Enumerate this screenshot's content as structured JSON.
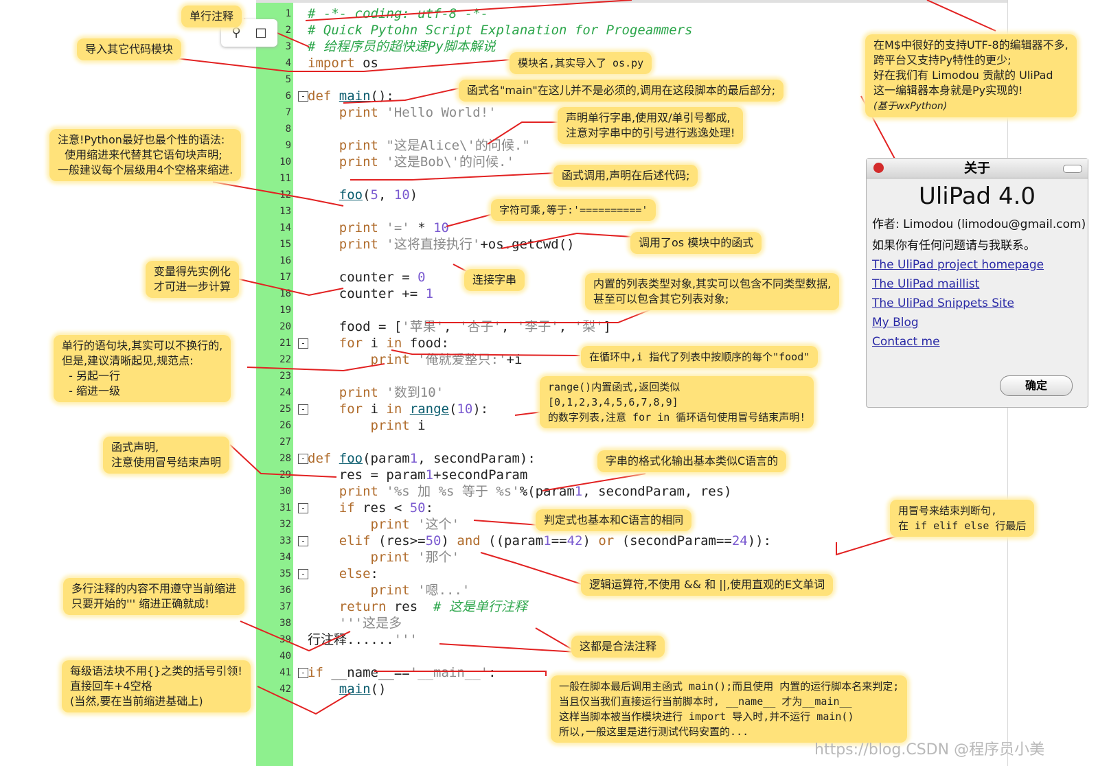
{
  "code_lines": [
    "# -*- coding: utf-8 -*-",
    "# Quick Pytohn Script Explanation for Progeammers",
    "# 给程序员的超快速Py脚本解说",
    "import os",
    "",
    "def main():",
    "    print 'Hello World!'",
    "",
    "    print \"这是Alice\\'的问候.\"",
    "    print '这是Bob\\'的问候.'",
    "",
    "    foo(5, 10)",
    "",
    "    print '=' * 10",
    "    print '这将直接执行'+os.getcwd()",
    "",
    "    counter = 0",
    "    counter += 1",
    "",
    "    food = ['苹果', '杏子', '李子', '梨']",
    "    for i in food:",
    "        print '俺就爱整只:'+i",
    "",
    "    print '数到10'",
    "    for i in range(10):",
    "        print i",
    "",
    "def foo(param1, secondParam):",
    "    res = param1+secondParam",
    "    print '%s 加 %s 等于 %s'%(param1, secondParam, res)",
    "    if res < 50:",
    "        print '这个'",
    "    elif (res>=50) and ((param1==42) or (secondParam==24)):",
    "        print '那个'",
    "    else:",
    "        print '嗯...'",
    "    return res  # 这是单行注释",
    "    '''这是多",
    "行注释......'''",
    "",
    "if __name__=='__main__':",
    "    main()"
  ],
  "fold_markers": {
    "6": "-",
    "21": "-",
    "25": "-",
    "28": "-",
    "31": "-",
    "33": "-",
    "35": "-",
    "41": "-"
  },
  "notes": {
    "n1": "单行注释",
    "n2": "导入其它代码模块",
    "n3": "模块名,其实导入了 os.py",
    "n4": "函式名\"main\"在这儿并不是必须的,调用在这段脚本的最后部分;",
    "n5": "声明单行字串,使用双/单引号都成,\n注意对字串中的引号进行逃逸处理!",
    "n6": "注意!Python最好也最个性的语法:\n  使用缩进来代替其它语句块声明;\n一般建议每个层级用4个空格来缩进.",
    "n7": "函式调用,声明在后述代码;",
    "n8": "字符可乘,等于:'=========='",
    "n9": "调用了os 模块中的函式",
    "n10": "变量得先实例化\n才可进一步计算",
    "n11": "连接字串",
    "n12": "内置的列表类型对象,其实可以包含不同类型数据,\n甚至可以包含其它列表对象;",
    "n13": "单行的语句块,其实可以不换行的,\n但是,建议清晰起见,规范点:\n  - 另起一行\n  - 缩进一级",
    "n14": "在循环中,i 指代了列表中按顺序的每个\"food\"",
    "n15": "range()内置函式,返回类似\n[0,1,2,3,4,5,6,7,8,9]\n的数字列表,注意 for in 循环语句使用冒号结束声明!",
    "n16": "函式声明,\n注意使用冒号结束声明",
    "n17": "字串的格式化输出基本类似C语言的",
    "n18": "用冒号来结束判断句,\n在 if elif else 行最后",
    "n19": "判定式也基本和C语言的相同",
    "n20": "逻辑运算符,不使用 && 和 ||,使用直观的E文单词",
    "n21": "多行注释的内容不用遵守当前缩进\n只要开始的''' 缩进正确就成!",
    "n22": "这都是合法注释",
    "n23": "每级语法块不用{}之类的括号引领!\n直接回车+4空格\n(当然,要在当前缩进基础上)",
    "n24": "一般在脚本最后调用主函式 main();而且使用 内置的运行脚本名来判定;\n当且仅当我们直接运行当前脚本时, __name__ 才为__main__\n这样当脚本被当作模块进行 import 导入时,并不运行 main()\n所以,一般这里是进行测试代码安置的...",
    "n25": "在M$中很好的支持UTF-8的编辑器不多,\n跨平台又支持Py特性的更少;\n好在我们有 Limodou 贡献的 UliPad\n这一编辑器本身就是Py实现的!",
    "n25b": "(基于wxPython)"
  },
  "about": {
    "title": "关于",
    "heading": "UliPad 4.0",
    "author": "作者: Limodou (limodou@gmail.com)",
    "contact_text": "如果你有任何问题请与我联系。",
    "links": [
      "The UliPad project homepage",
      "The UliPad maillist",
      "The UliPad Snippets Site",
      "My Blog",
      "Contact me"
    ],
    "ok_label": "确定"
  },
  "watermark": "https://blog.CSDN @程序员小美"
}
